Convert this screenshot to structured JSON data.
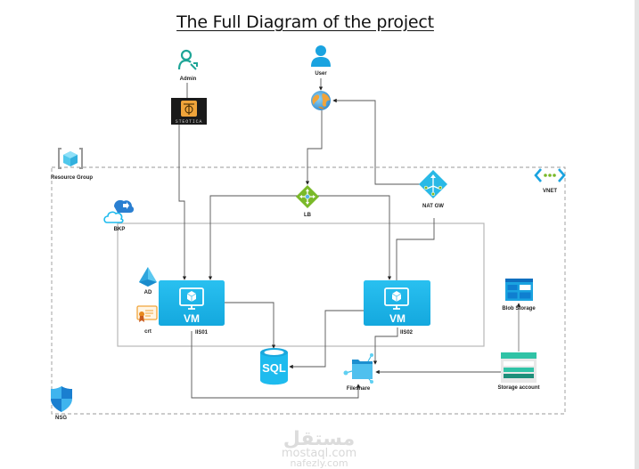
{
  "title": "The Full Diagram of the project",
  "nodes": {
    "admin": {
      "label": "Admin",
      "icon": "admin-user-icon"
    },
    "user": {
      "label": "User",
      "icon": "user-icon"
    },
    "internet": {
      "label": "",
      "icon": "globe-icon"
    },
    "bastion": {
      "label": "",
      "icon": "bastion-icon",
      "caption": "STEOTICA"
    },
    "resource_group": {
      "label": "Resource Group",
      "icon": "resource-group-icon"
    },
    "vnet": {
      "label": "VNET",
      "icon": "vnet-icon"
    },
    "bkp": {
      "label": "BKP",
      "icon": "backup-cloud-icon"
    },
    "lb": {
      "label": "LB",
      "icon": "load-balancer-icon"
    },
    "natgw": {
      "label": "NAT GW",
      "icon": "nat-gateway-icon"
    },
    "ad": {
      "label": "AD",
      "icon": "active-directory-icon"
    },
    "crt": {
      "label": "crt",
      "icon": "certificate-icon"
    },
    "vm1": {
      "label": "IIS01",
      "text": "VM",
      "icon": "vm-icon"
    },
    "vm2": {
      "label": "IIS02",
      "text": "VM",
      "icon": "vm-icon"
    },
    "sql": {
      "label": "",
      "text": "SQL",
      "icon": "sql-database-icon"
    },
    "fileshare": {
      "label": "Fileshare",
      "icon": "fileshare-icon"
    },
    "blob": {
      "label": "Blob Storage",
      "icon": "blob-storage-icon"
    },
    "storage": {
      "label": "Storage account",
      "icon": "storage-account-icon"
    },
    "nsg": {
      "label": "NSG",
      "icon": "nsg-shield-icon"
    }
  },
  "watermark": {
    "arabic": "مستقل",
    "line1": "mostaql.com",
    "line2": "nafezly.com"
  },
  "colors": {
    "azure_blue": "#1ebbee",
    "vm_blue": "#20b4e8",
    "lb_green": "#7ab929",
    "teal": "#30c3a6",
    "bastion_orange": "#f0a43a",
    "line": "#555555",
    "boundary": "#999999"
  }
}
